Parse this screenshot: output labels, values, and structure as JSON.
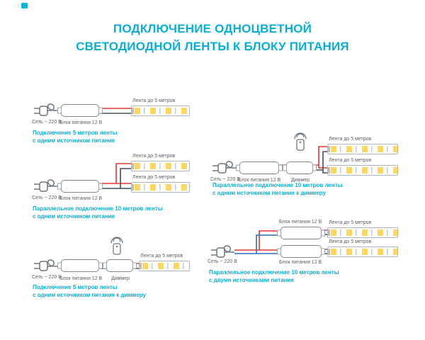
{
  "title": {
    "line1": "ПОДКЛЮЧЕНИЕ ОДНОЦВЕТНОЙ",
    "line2": "СВЕТОДИОДНОЙ ЛЕНТЫ К БЛОКУ ПИТАНИЯ"
  },
  "labels": {
    "mains": "Сеть ~ 220 В",
    "psu": "Блок питания 12 В",
    "strip": "Лента до 5 метров",
    "dimmer": "Диммер"
  },
  "colors": {
    "accent": "#09afd7",
    "wire_red": "#e53734",
    "wire_dark": "#41505a",
    "wire_blue": "#2b6fb3",
    "led_yellow": "#ffd75e"
  },
  "diagrams": [
    {
      "caption1": "Подключение 5 метров ленты",
      "caption2": "с одним источником питания"
    },
    {
      "caption1": "Параллельное подключение 10 метров ленты",
      "caption2": "с одним источником питания"
    },
    {
      "caption1": "Подключение 5 метров ленты",
      "caption2": "с одним источником питания к диммеру"
    },
    {
      "caption1": "Параллельное подключение 10 метров ленты",
      "caption2": "с одним источником питания к диммеру"
    },
    {
      "caption1": "Параллельное подключение 10 метров ленты",
      "caption2": "с двумя источниками питания"
    }
  ]
}
